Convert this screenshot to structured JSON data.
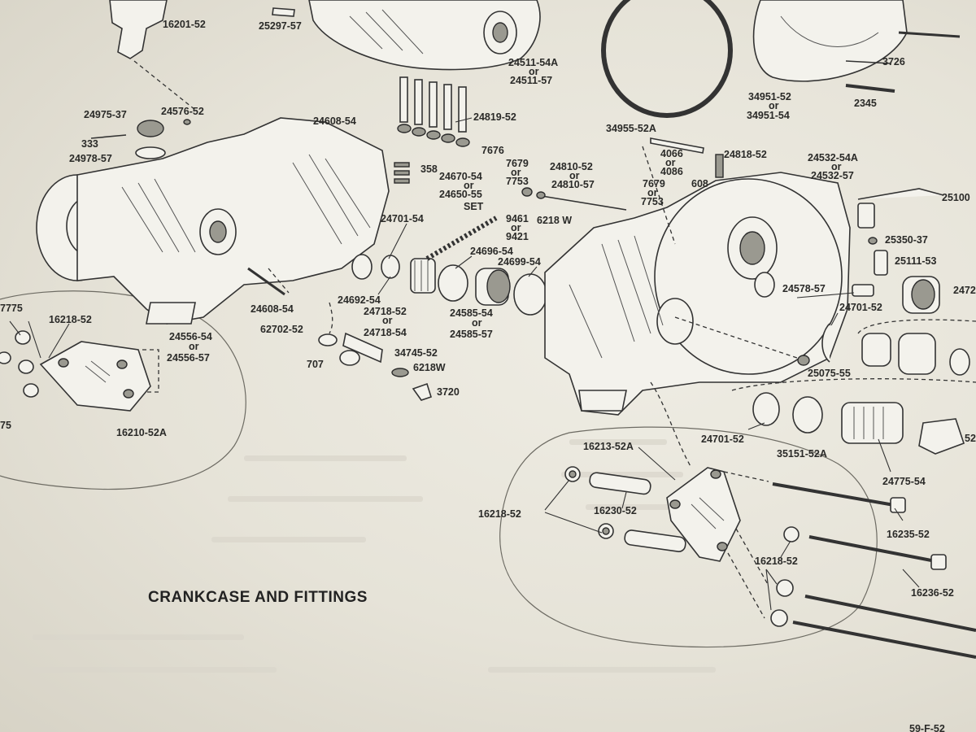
{
  "title": "CRANKCASE AND FITTINGS",
  "labels": {
    "l16201_52": "16201-52",
    "l25297_57": "25297-57",
    "l24511_54A": "24511-54A",
    "l24511_or": "or",
    "l24511_57": "24511-57",
    "l24819_52": "24819-52",
    "l7676": "7676",
    "l34955_52A": "34955-52A",
    "l34951_52": "34951-52",
    "l34951_or": "or",
    "l34951_54": "34951-54",
    "l2345": "2345",
    "l3726": "3726",
    "l24975_37": "24975-37",
    "l24576_52": "24576-52",
    "l24608_54_top": "24608-54",
    "l333": "333",
    "l24978_57": "24978-57",
    "l358": "358",
    "l24670_54": "24670-54",
    "l24670_or": "or",
    "l24650_55": "24650-55",
    "lSET": "SET",
    "l7679_a": "7679",
    "l7679_a_or": "or",
    "l7753_a": "7753",
    "l24810_52": "24810-52",
    "l24810_or": "or",
    "l24810_57": "24810-57",
    "l4066": "4066",
    "l4066_or": "or",
    "l4086": "4086",
    "l24818_52": "24818-52",
    "l608": "608",
    "l24532_54A": "24532-54A",
    "l24532_or": "or",
    "l24532_57": "24532-57",
    "l7679_b": "7679",
    "l7679_b_or": "or",
    "l7753_b": "7753",
    "l6218W_a": "6218 W",
    "l9461": "9461",
    "l9461_or": "or",
    "l9421": "9421",
    "l24701_54": "24701-54",
    "l24696_54": "24696-54",
    "l24699_54": "24699-54",
    "l25100": "25100",
    "l25350_37": "25350-37",
    "l25111_53": "25111-53",
    "l24578_57": "24578-57",
    "l2472": "2472",
    "l24701_52_right": "24701-52",
    "l7775": "7775",
    "l16218_52_left": "16218-52",
    "l24608_54_mid": "24608-54",
    "l24692_54": "24692-54",
    "l24718_52": "24718-52",
    "l24718_or": "or",
    "l24718_54": "24718-54",
    "l24585_54": "24585-54",
    "l24585_or": "or",
    "l24585_57": "24585-57",
    "l24556_54": "24556-54",
    "l24556_or": "or",
    "l24556_57": "24556-57",
    "l62702_52": "62702-52",
    "l707": "707",
    "l34745_52": "34745-52",
    "l6218W_b": "6218W",
    "l3720": "3720",
    "l75": "75",
    "l16210_52A": "16210-52A",
    "l25075_55": "25075-55",
    "l24701_52_low": "24701-52",
    "l35151_52A": "35151-52A",
    "l24775_54": "24775-54",
    "l52_edge": "52",
    "l16213_52A": "16213-52A",
    "l16218_52_mid": "16218-52",
    "l16230_52": "16230-52",
    "l16235_52": "16235-52",
    "l16218_52_right": "16218-52",
    "l16236_52": "16236-52",
    "l_footer": "59-F-52"
  },
  "colors": {
    "paper": "#e6e3d8",
    "ink": "#2a2a28",
    "pencil": "#6d6b63"
  },
  "icons": [
    "crankcase-left-drawing",
    "crankcase-right-drawing",
    "gear-drawing",
    "bearing-drawing",
    "bolt-drawing",
    "gasket-drawing",
    "plate-drawing"
  ]
}
